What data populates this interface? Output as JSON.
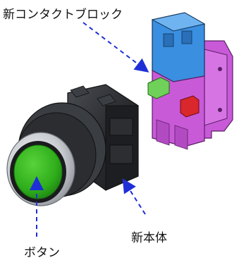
{
  "labels": {
    "new_contact_block": "新コンタクトブロック",
    "new_body": "新本体",
    "button": "ボタン"
  },
  "colors": {
    "button_green": "#35b31f",
    "contact_blue": "#3a8fe0",
    "contact_magenta": "#c85ad8",
    "contact_red": "#d9272b",
    "contact_green": "#6fd05a",
    "body_dark": "#2d2f33",
    "bezel_silver": "#c9ccd1",
    "arrow_blue": "#1f2fd8"
  },
  "icons": {
    "arrow": "dashed-arrow-icon"
  }
}
